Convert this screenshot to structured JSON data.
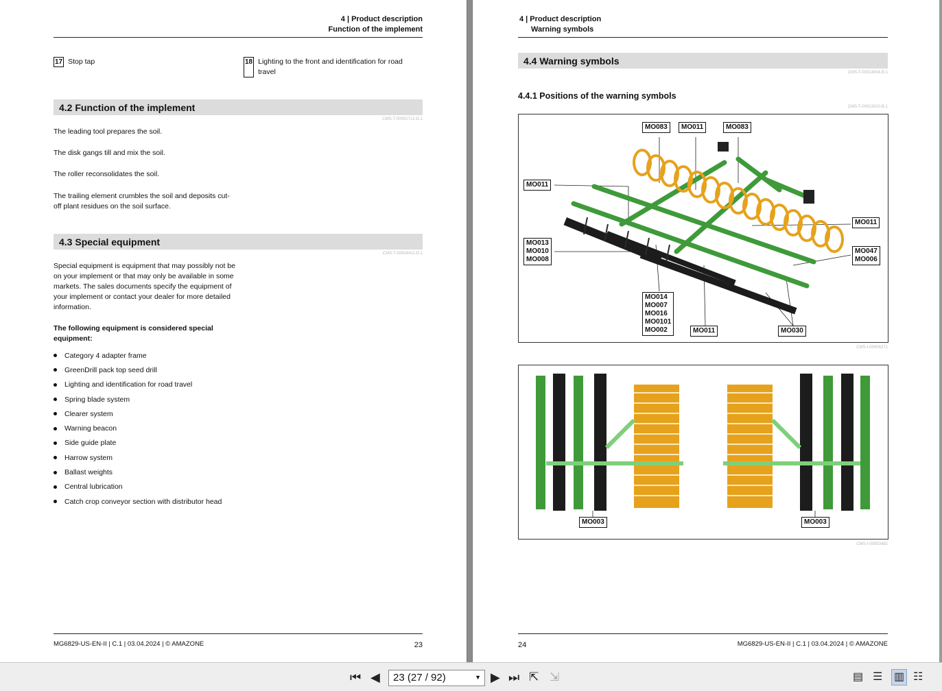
{
  "left_page": {
    "header": {
      "chapter": "4 | Product description",
      "section": "Function of the implement"
    },
    "items": [
      {
        "num": "17",
        "text": "Stop tap"
      },
      {
        "num": "18",
        "text": "Lighting to the front and identification for road travel"
      }
    ],
    "sec42": {
      "title": "4.2  Function of the implement",
      "cms": "CMS-T-00002712-D.1"
    },
    "sec42_paras": [
      "The leading tool prepares the soil.",
      "The disk gangs till and mix the soil.",
      "The roller reconsolidates the soil.",
      "The trailing element crumbles the soil and deposits cut-off plant residues on the soil surface."
    ],
    "sec43": {
      "title": "4.3  Special equipment",
      "cms": "CMS-T-00004411-D.1"
    },
    "sec43_para": "Special equipment is equipment that may possibly not be on your implement or that may only be available in some markets. The sales documents specify the equipment of your implement or contact your dealer for more detailed information.",
    "sec43_bold": "The following equipment is considered special equipment:",
    "bullets": [
      "Category 4 adapter frame",
      "GreenDrill pack top seed drill",
      "Lighting and identification for road travel",
      "Spring blade system",
      "Clearer system",
      "Warning beacon",
      "Side guide plate",
      "Harrow system",
      "Ballast weights",
      "Central lubrication",
      "Catch crop conveyor section with distributor head"
    ],
    "footer": "MG6829-US-EN-II | C.1 | 03.04.2024 | © AMAZONE",
    "page_number": "23"
  },
  "right_page": {
    "header": {
      "chapter": "4 | Product description",
      "section": "Warning symbols"
    },
    "sec44": {
      "title": "4.4  Warning symbols",
      "cms": "CMS-T-00013004-B.1"
    },
    "sub441": {
      "title": "4.4.1  Positions of the warning symbols",
      "cms": "CMS-T-00013010-B.1"
    },
    "fig1_labels": {
      "top1": "MO083",
      "top2": "MO011",
      "top3": "MO083",
      "left1": "MO011",
      "left2": [
        "MO013",
        "MO010",
        "MO008"
      ],
      "right1": "MO011",
      "right2": [
        "MO047",
        "MO006"
      ],
      "bottom1": [
        "MO014",
        "MO007",
        "MO016",
        "MO0101",
        "MO002"
      ],
      "bottom2": "MO011",
      "bottom3": "MO030"
    },
    "fig1_cms": "CMS-I-00006271",
    "fig2_labels": {
      "left": "MO003",
      "right": "MO003"
    },
    "fig2_cms": "CMS-I-00003482",
    "footer": "MG6829-US-EN-II | C.1 | 03.04.2024 | © AMAZONE",
    "page_number": "24"
  },
  "toolbar": {
    "first_icon": "first-page-icon",
    "prev_icon": "previous-page-icon",
    "page_field": "23 (27 / 92)",
    "next_icon": "next-page-icon",
    "last_icon": "last-page-icon",
    "colors": {
      "green": "#3f9a3a",
      "yellow": "#e6a21c",
      "gray": "#dcdcdc"
    }
  }
}
